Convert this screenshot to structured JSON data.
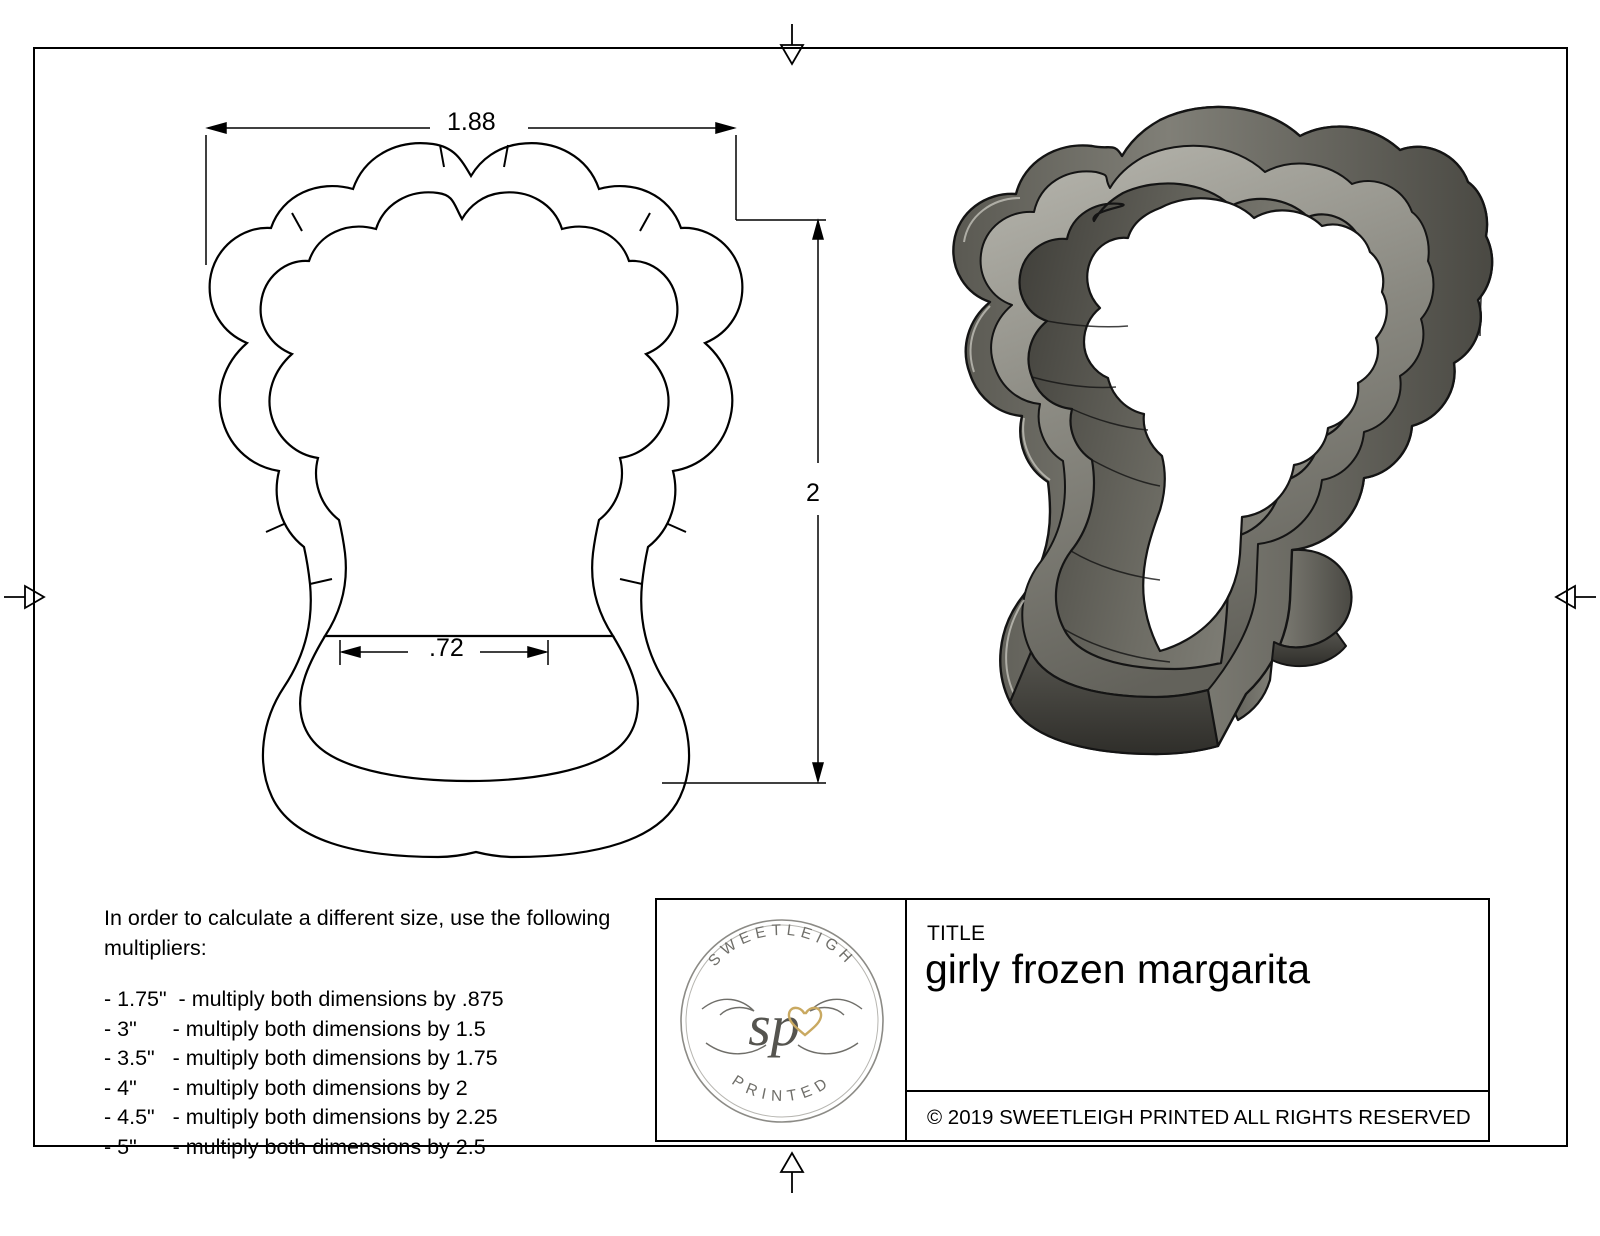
{
  "sheet": {
    "background_color": "#ffffff",
    "line_color": "#000000"
  },
  "dimensions": {
    "width_label": "1.88",
    "height_label": "2",
    "base_label": ".72"
  },
  "notes": {
    "intro": "In order to calculate a different size, use the following multipliers:",
    "items": [
      "- 1.75\"  - multiply both dimensions by .875",
      "- 3\"      - multiply both dimensions by 1.5",
      "- 3.5\"   - multiply both dimensions by 1.75",
      "- 4\"      - multiply both dimensions by 2",
      "- 4.5\"   - multiply both dimensions by 2.25",
      "- 5\"      - multiply both dimensions by 2.5"
    ]
  },
  "title_block": {
    "title_label": "TITLE",
    "title_value": "girly frozen margarita",
    "copyright": "© 2019  SWEETLEIGH PRINTED  ALL RIGHTS RESERVED",
    "logo": {
      "top_text": "SWEETLEIGH",
      "bottom_text": "PRINTED",
      "monogram": "sp",
      "heart_color": "#c9a961",
      "ring_color": "#6f6f6f"
    }
  },
  "render": {
    "body_color": "#6b6a63",
    "body_light": "#8d8c84",
    "body_dark": "#46453f",
    "edge_color": "#1a1a1a",
    "highlight_color": "#c3c2b9"
  }
}
